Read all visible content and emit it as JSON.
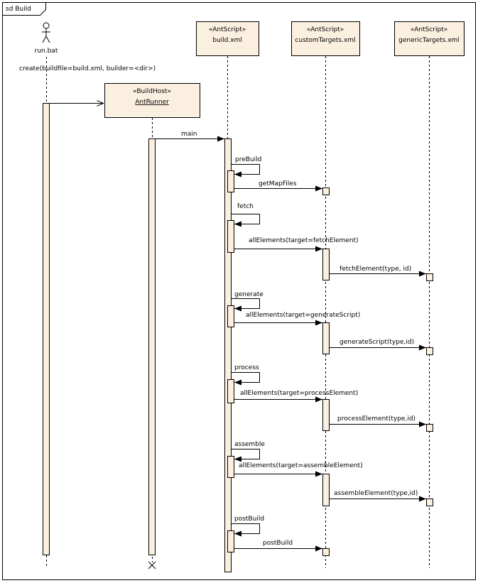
{
  "frame": {
    "title": "sd Build"
  },
  "actor": {
    "name": "run.bat"
  },
  "participants": [
    {
      "stereotype": "«BuildHost»",
      "name": "AntRunner"
    },
    {
      "stereotype": "«AntScript»",
      "name": "build.xml"
    },
    {
      "stereotype": "«AntScript»",
      "name": "customTargets.xml"
    },
    {
      "stereotype": "«AntScript»",
      "name": "genericTargets.xml"
    }
  ],
  "messages": {
    "create": "create(buildfile=build.xml, builder=<dir>)",
    "main": "main",
    "preBuild": "preBuild",
    "getMapFiles": "getMapFiles",
    "fetch": "fetch",
    "allFetch": "allElements(target=fetchElement)",
    "fetchElement": "fetchElement(type, id)",
    "generate": "generate",
    "allGenerate": "allElements(target=generateScript)",
    "generateScript": "generateScript(type,id)",
    "process": "process",
    "allProcess": "allElements(target=processElement)",
    "processElement": "processElement(type,id)",
    "assemble": "assemble",
    "allAssemble": "allElements(target=assembleElement)",
    "assembleElement": "assembleElement(type,id)",
    "postBuild": "postBuild",
    "postBuildCall": "postBuild"
  }
}
